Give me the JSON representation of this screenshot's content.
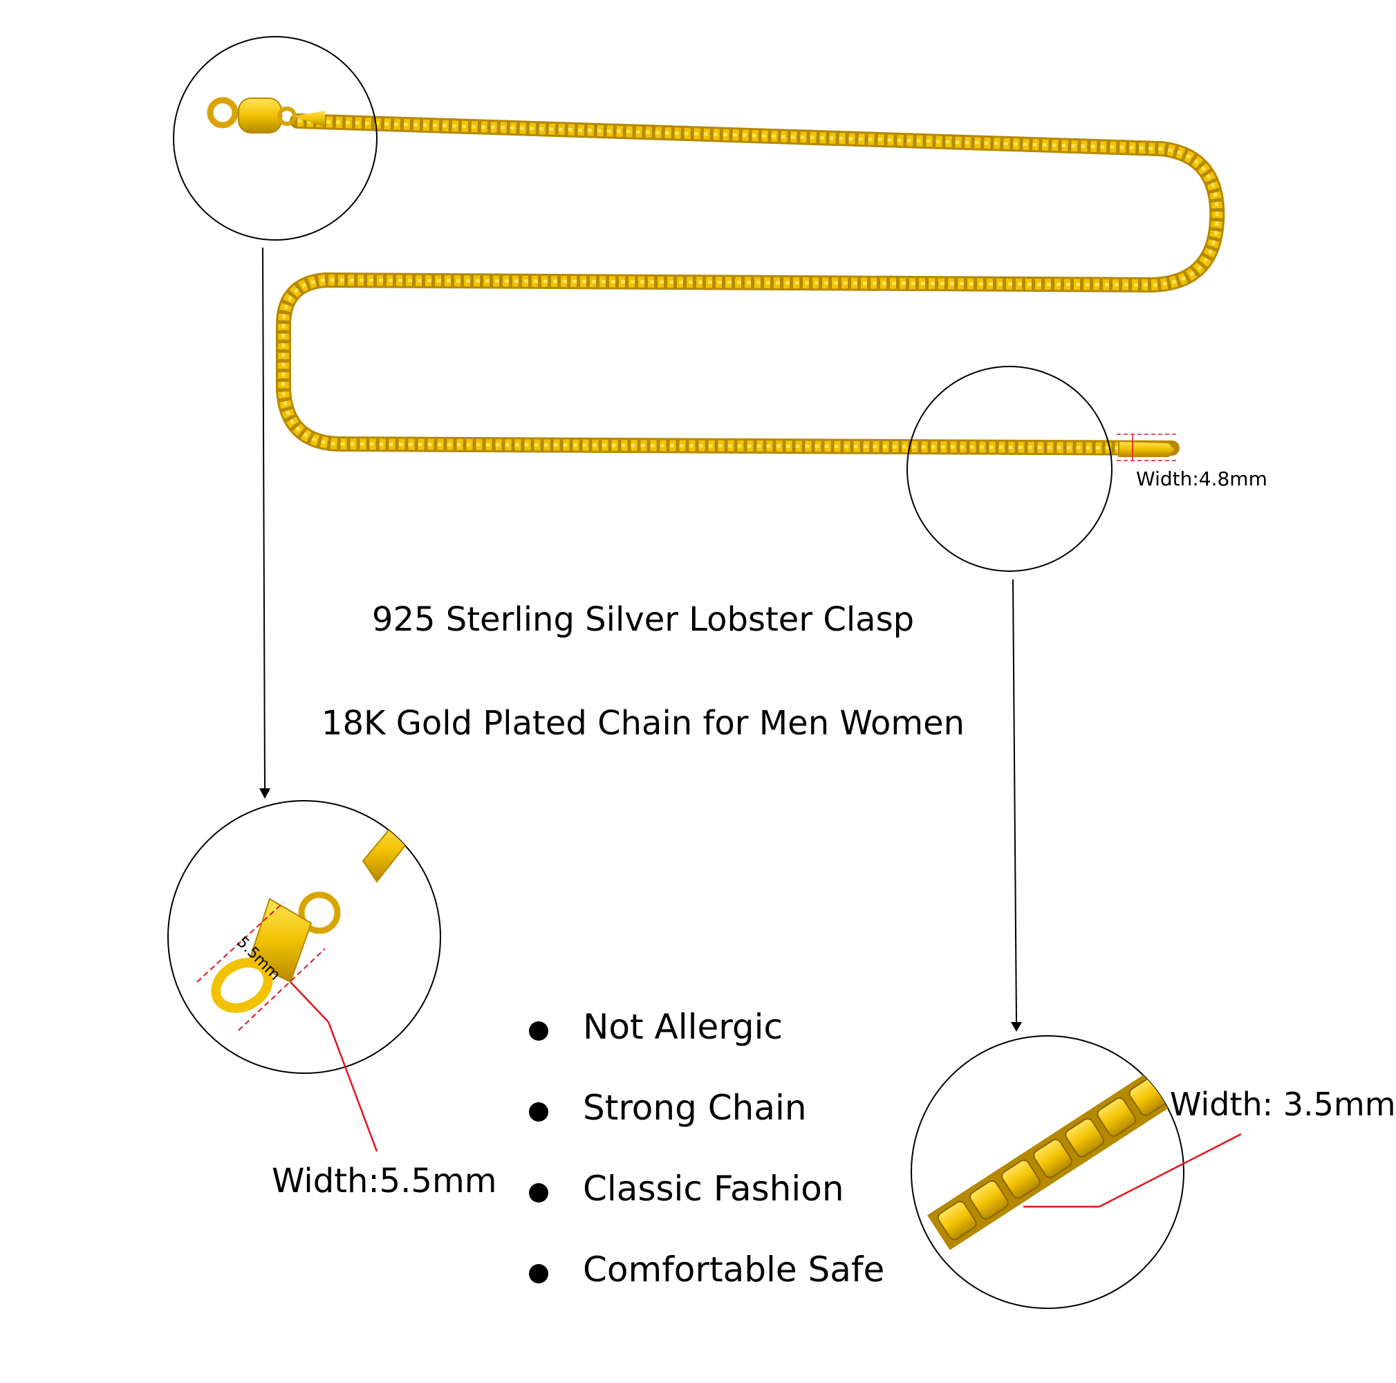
{
  "headlines": {
    "line1": "925 Sterling Silver Lobster Clasp",
    "line2": "18K Gold Plated Chain for Men Women"
  },
  "features": [
    {
      "label": "Not Allergic"
    },
    {
      "label": "Strong Chain"
    },
    {
      "label": "Classic Fashion"
    },
    {
      "label": "Comfortable Safe"
    }
  ],
  "measurements": {
    "end_cap_width": "Width:4.8mm",
    "clasp_width": "Width:5.5mm",
    "chain_width": "Width: 3.5mm",
    "clasp_size_tag": "5.5mm"
  },
  "colors": {
    "gold": "#f2c200",
    "gold_dark": "#b58900",
    "gold_light": "#ffe35a",
    "annotation_red": "#e0141e"
  },
  "icons": {
    "bullet": "filled-circle"
  }
}
